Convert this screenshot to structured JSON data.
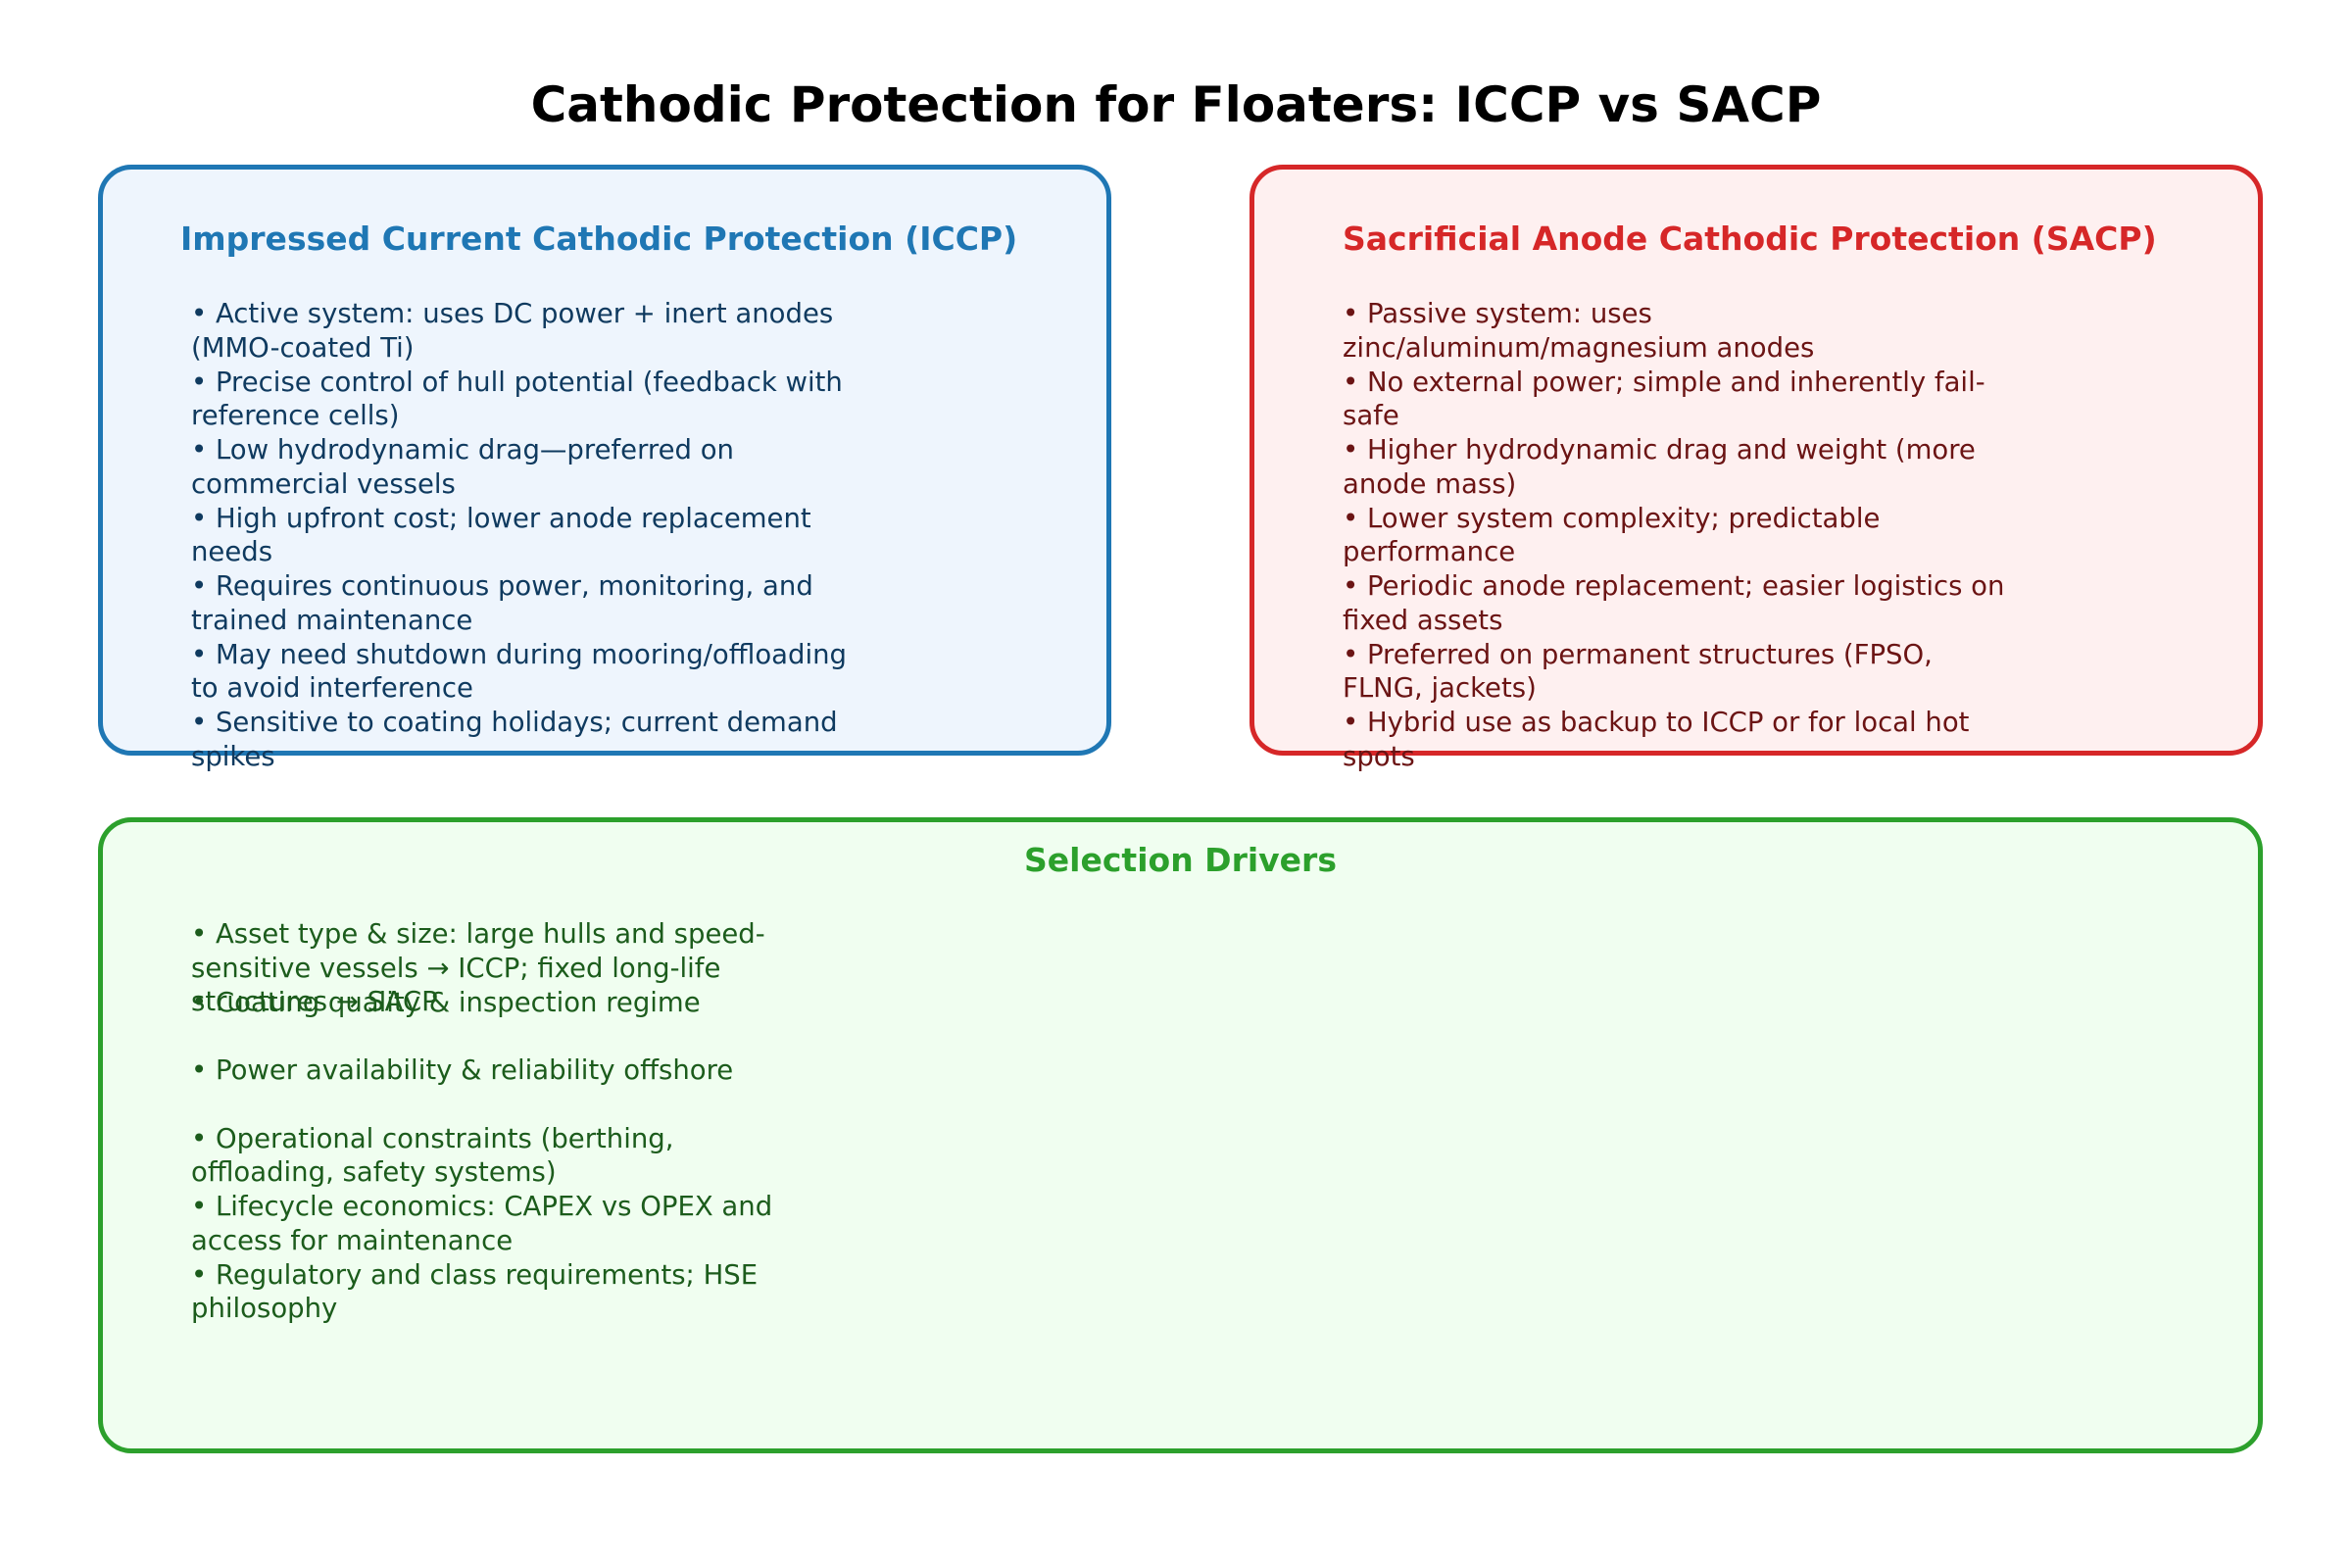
{
  "title": "Cathodic Protection for Floaters: ICCP vs SACP",
  "colors": {
    "iccp_border": "#1f77b4",
    "iccp_heading": "#1f77b4",
    "iccp_text": "#0f3a5f",
    "iccp_fill": "#eef5fd",
    "sacp_border": "#d62728",
    "sacp_heading": "#d62728",
    "sacp_text": "#6b1414",
    "sacp_fill": "#fef0f0",
    "drivers_border": "#2ca02c",
    "drivers_heading": "#2ca02c",
    "drivers_text": "#1c5c1c",
    "drivers_fill": "#f0fef0"
  },
  "iccp": {
    "heading": "Impressed Current Cathodic Protection (ICCP)",
    "items": [
      "• Active system: uses DC power + inert anodes (MMO-coated Ti)",
      "• Precise control of hull potential (feedback with reference cells)",
      "• Low hydrodynamic drag—preferred on commercial vessels",
      "• High upfront cost; lower anode replacement needs",
      "• Requires continuous power, monitoring, and trained maintenance",
      "• May need shutdown during mooring/offloading to avoid interference",
      "• Sensitive to coating holidays; current demand spikes"
    ]
  },
  "sacp": {
    "heading": "Sacrificial Anode Cathodic Protection (SACP)",
    "items": [
      "• Passive system: uses zinc/aluminum/magnesium anodes",
      "• No external power; simple and inherently fail-safe",
      "• Higher hydrodynamic drag and weight (more anode mass)",
      "• Lower system complexity; predictable performance",
      "• Periodic anode replacement; easier logistics on fixed assets",
      "• Preferred on permanent structures (FPSO, FLNG, jackets)",
      "• Hybrid use as backup to ICCP or for local hot spots"
    ]
  },
  "drivers": {
    "heading": "Selection Drivers",
    "items": [
      "• Asset type & size: large hulls and speed-sensitive vessels → ICCP; fixed long-life structures → SACP",
      "• Coating quality & inspection regime",
      "• Power availability & reliability offshore",
      "• Operational constraints (berthing, offloading, safety systems)",
      "• Lifecycle economics: CAPEX vs OPEX and access for maintenance",
      "• Regulatory and class requirements; HSE philosophy"
    ]
  }
}
